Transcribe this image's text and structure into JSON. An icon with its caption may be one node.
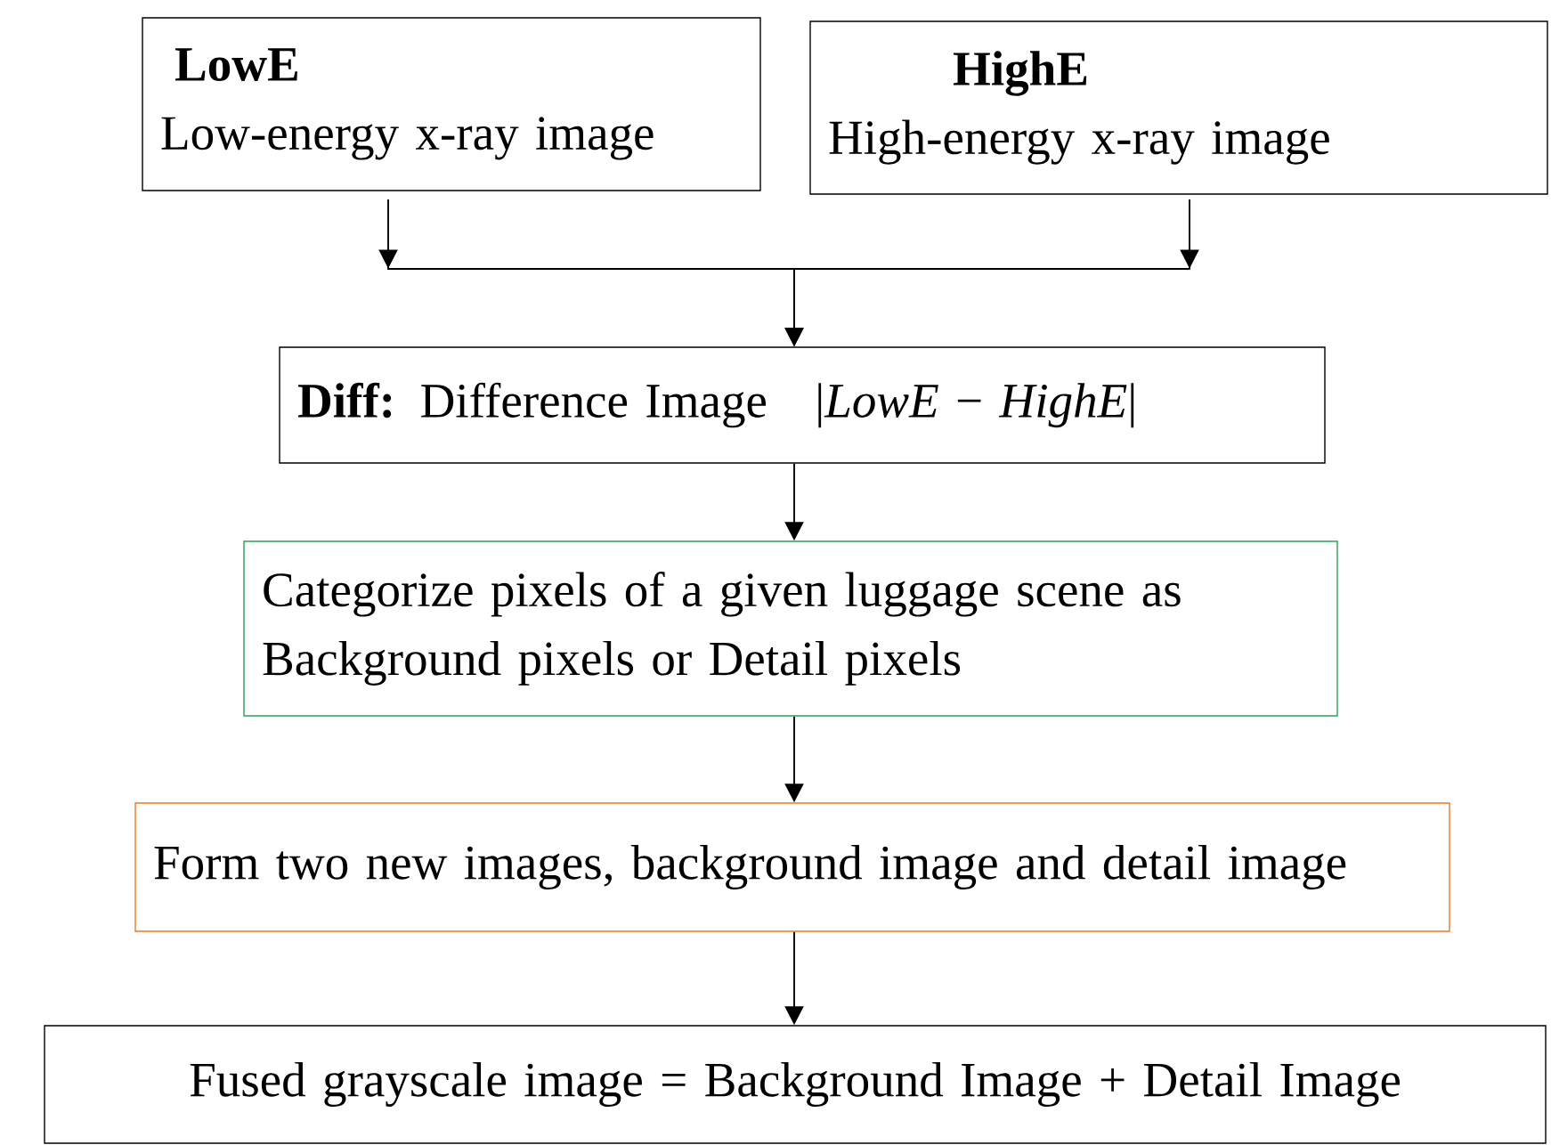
{
  "diagram": {
    "nodes": [
      {
        "text": [
          "LowE",
          "Low-energy x-ray image"
        ]
      },
      {
        "text": [
          "HighE",
          "High-energy x-ray image"
        ]
      },
      {
        "text": [
          "**Diff:** Difference Image",
          "|*LowE* − *HighE*|"
        ]
      },
      {
        "text": [
          "Categorize pixels of a given luggage scene as Background pixels or Detail pixels"
        ]
      },
      {
        "text": [
          "Form two new images, background image and detail image"
        ]
      },
      {
        "text": [
          "Fused grayscale image = Background Image + Detail Image"
        ]
      }
    ],
    "edges": [
      {
        "from": 0,
        "to": 2,
        "arrow": "to"
      },
      {
        "from": 1,
        "to": 2,
        "arrow": "to"
      },
      {
        "from": 2,
        "to": 3,
        "arrow": "to"
      },
      {
        "from": 3,
        "to": 4,
        "arrow": "to"
      },
      {
        "from": 4,
        "to": 5,
        "arrow": "to"
      }
    ]
  }
}
